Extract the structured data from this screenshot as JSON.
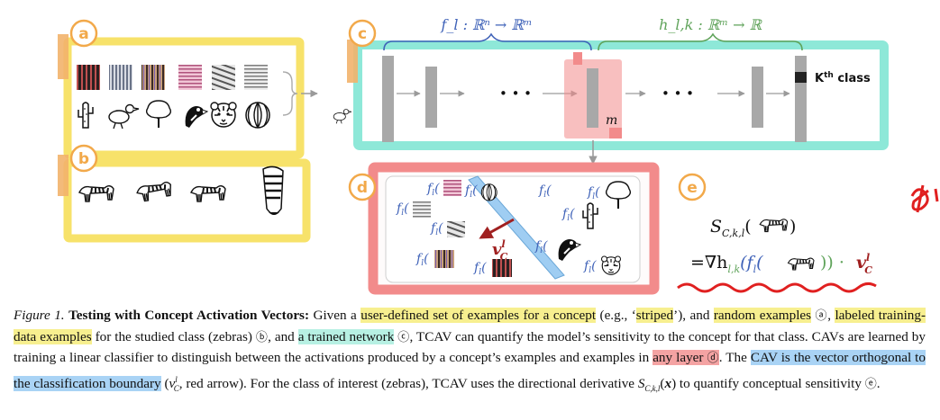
{
  "panels": {
    "a": {
      "label": "a"
    },
    "b": {
      "label": "b"
    },
    "c": {
      "label": "c",
      "f_label": "f_l : ℝⁿ → ℝᵐ",
      "h_label": "h_l,k : ℝᵐ → ℝ",
      "m_label": "m",
      "dots": "• • •",
      "kth_sup": "th",
      "kth_main": "K",
      "kth_class": " class"
    },
    "d": {
      "label": "d",
      "fl": "f",
      "fl_sub": "l",
      "cav_main": "v",
      "cav_sup": "l",
      "cav_sub": "C"
    },
    "e": {
      "label": "e",
      "line1_main": "S",
      "line1_sub": "C,k,l",
      "line2": "=∇h",
      "line2_sub": "l,k",
      "line2_mid": "(f",
      "line2_fsub": "l",
      "line2_close": ")) ·",
      "v_main": "v",
      "v_sup": "l",
      "v_sub": "C"
    }
  },
  "caption": {
    "fig_label": "Figure 1.",
    "title": "Testing with Concept Activation Vectors:",
    "t1": " Given a ",
    "h1": "user-defined set of examples for a concept",
    "t2": " (e.g., ‘",
    "h2": "striped",
    "t3": "’), and ",
    "h3": "random examples",
    "t4": " ",
    "c_a": "ⓐ",
    "t5": ", ",
    "h4": "labeled training-data examples",
    "t6": " for the studied class (zebras) ",
    "c_b": "ⓑ",
    "t7": ", and ",
    "h5": "a trained network",
    "t8": " ",
    "c_c": "ⓒ",
    "t9": ", TCAV can quantify the model’s sensitivity to the concept for that class. CAVs are learned by training a linear classifier to distinguish between the activations produced by a concept’s examples and examples in ",
    "h6": "any layer ",
    "c_d": "ⓓ",
    "t10": ". The ",
    "h7": "CAV is the vector orthogonal to the classification boundary",
    "t11": " (",
    "v": "v",
    "v_sup": "l",
    "v_sub": "C",
    "t12": ", red arrow). For the class of interest (zebras), TCAV uses the directional derivative ",
    "s": "S",
    "s_sub": "C,k,l",
    "t13": "(",
    "x": "x",
    "t14": ") to quantify conceptual sensitivity ",
    "c_e": "ⓔ",
    "t15": "."
  },
  "colors": {
    "yellow": "#f7e26a",
    "orange": "#f2b36b",
    "teal": "#8ee8d8",
    "red": "#f28b8b",
    "blue": "#9fcdf2",
    "gray_layer": "#a8a8a8",
    "func_blue": "#3f62b8",
    "func_green": "#5fa35a",
    "cav_arrow": "#a02020"
  },
  "icons": [
    "striped-texture-icon",
    "cactus-icon",
    "bird-icon",
    "tree-icon",
    "parrot-icon",
    "tiger-icon",
    "watermelon-icon",
    "zebra-icon"
  ]
}
